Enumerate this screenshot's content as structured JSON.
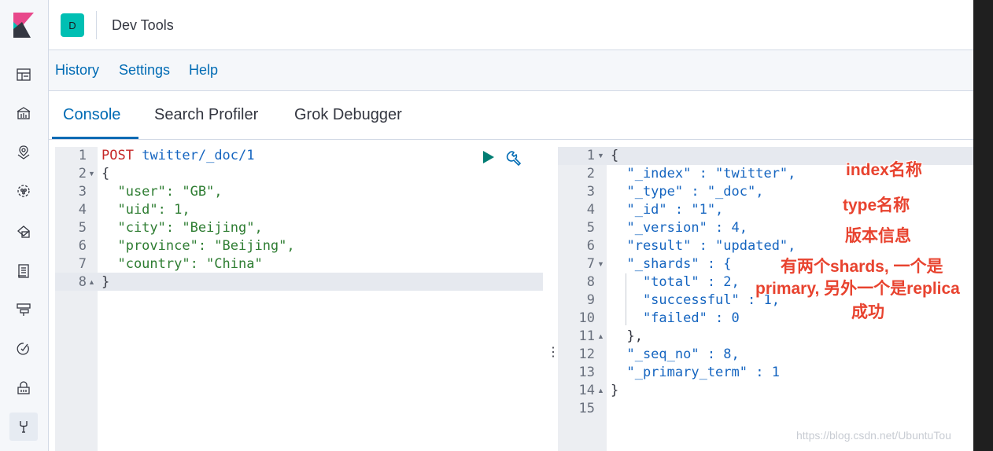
{
  "app": {
    "badge": "D",
    "title": "Dev Tools"
  },
  "menu": {
    "history": "History",
    "settings": "Settings",
    "help": "Help"
  },
  "tabs": [
    "Console",
    "Search Profiler",
    "Grok Debugger"
  ],
  "request": {
    "method": "POST",
    "path": "twitter/_doc/1",
    "line_numbers": [
      "1",
      "2",
      "3",
      "4",
      "5",
      "6",
      "7",
      "8"
    ],
    "lines": [
      "{",
      "  \"user\": \"GB\",",
      "  \"uid\": 1,",
      "  \"city\": \"Beijing\",",
      "  \"province\": \"Beijing\",",
      "  \"country\": \"China\"",
      "}"
    ]
  },
  "response": {
    "line_numbers": [
      "1",
      "2",
      "3",
      "4",
      "5",
      "6",
      "7",
      "8",
      "9",
      "10",
      "11",
      "12",
      "13",
      "14",
      "15"
    ],
    "lines": [
      "{",
      "  \"_index\" : \"twitter\",",
      "  \"_type\" : \"_doc\",",
      "  \"_id\" : \"1\",",
      "  \"_version\" : 4,",
      "  \"result\" : \"updated\",",
      "  \"_shards\" : {",
      "    \"total\" : 2,",
      "    \"successful\" : 1,",
      "    \"failed\" : 0",
      "  },",
      "  \"_seq_no\" : 8,",
      "  \"_primary_term\" : 1",
      "}",
      ""
    ]
  },
  "annotations": {
    "index": "index名称",
    "type": "type名称",
    "version": "版本信息",
    "shards_1": "有两个shards, 一个是",
    "shards_2": "primary, 另外一个是replica",
    "success": "成功"
  },
  "watermark": "https://blog.csdn.net/UbuntuTou",
  "colors": {
    "accent": "#006bb4",
    "badge": "#00bfb3",
    "annotation": "#e8432f"
  }
}
